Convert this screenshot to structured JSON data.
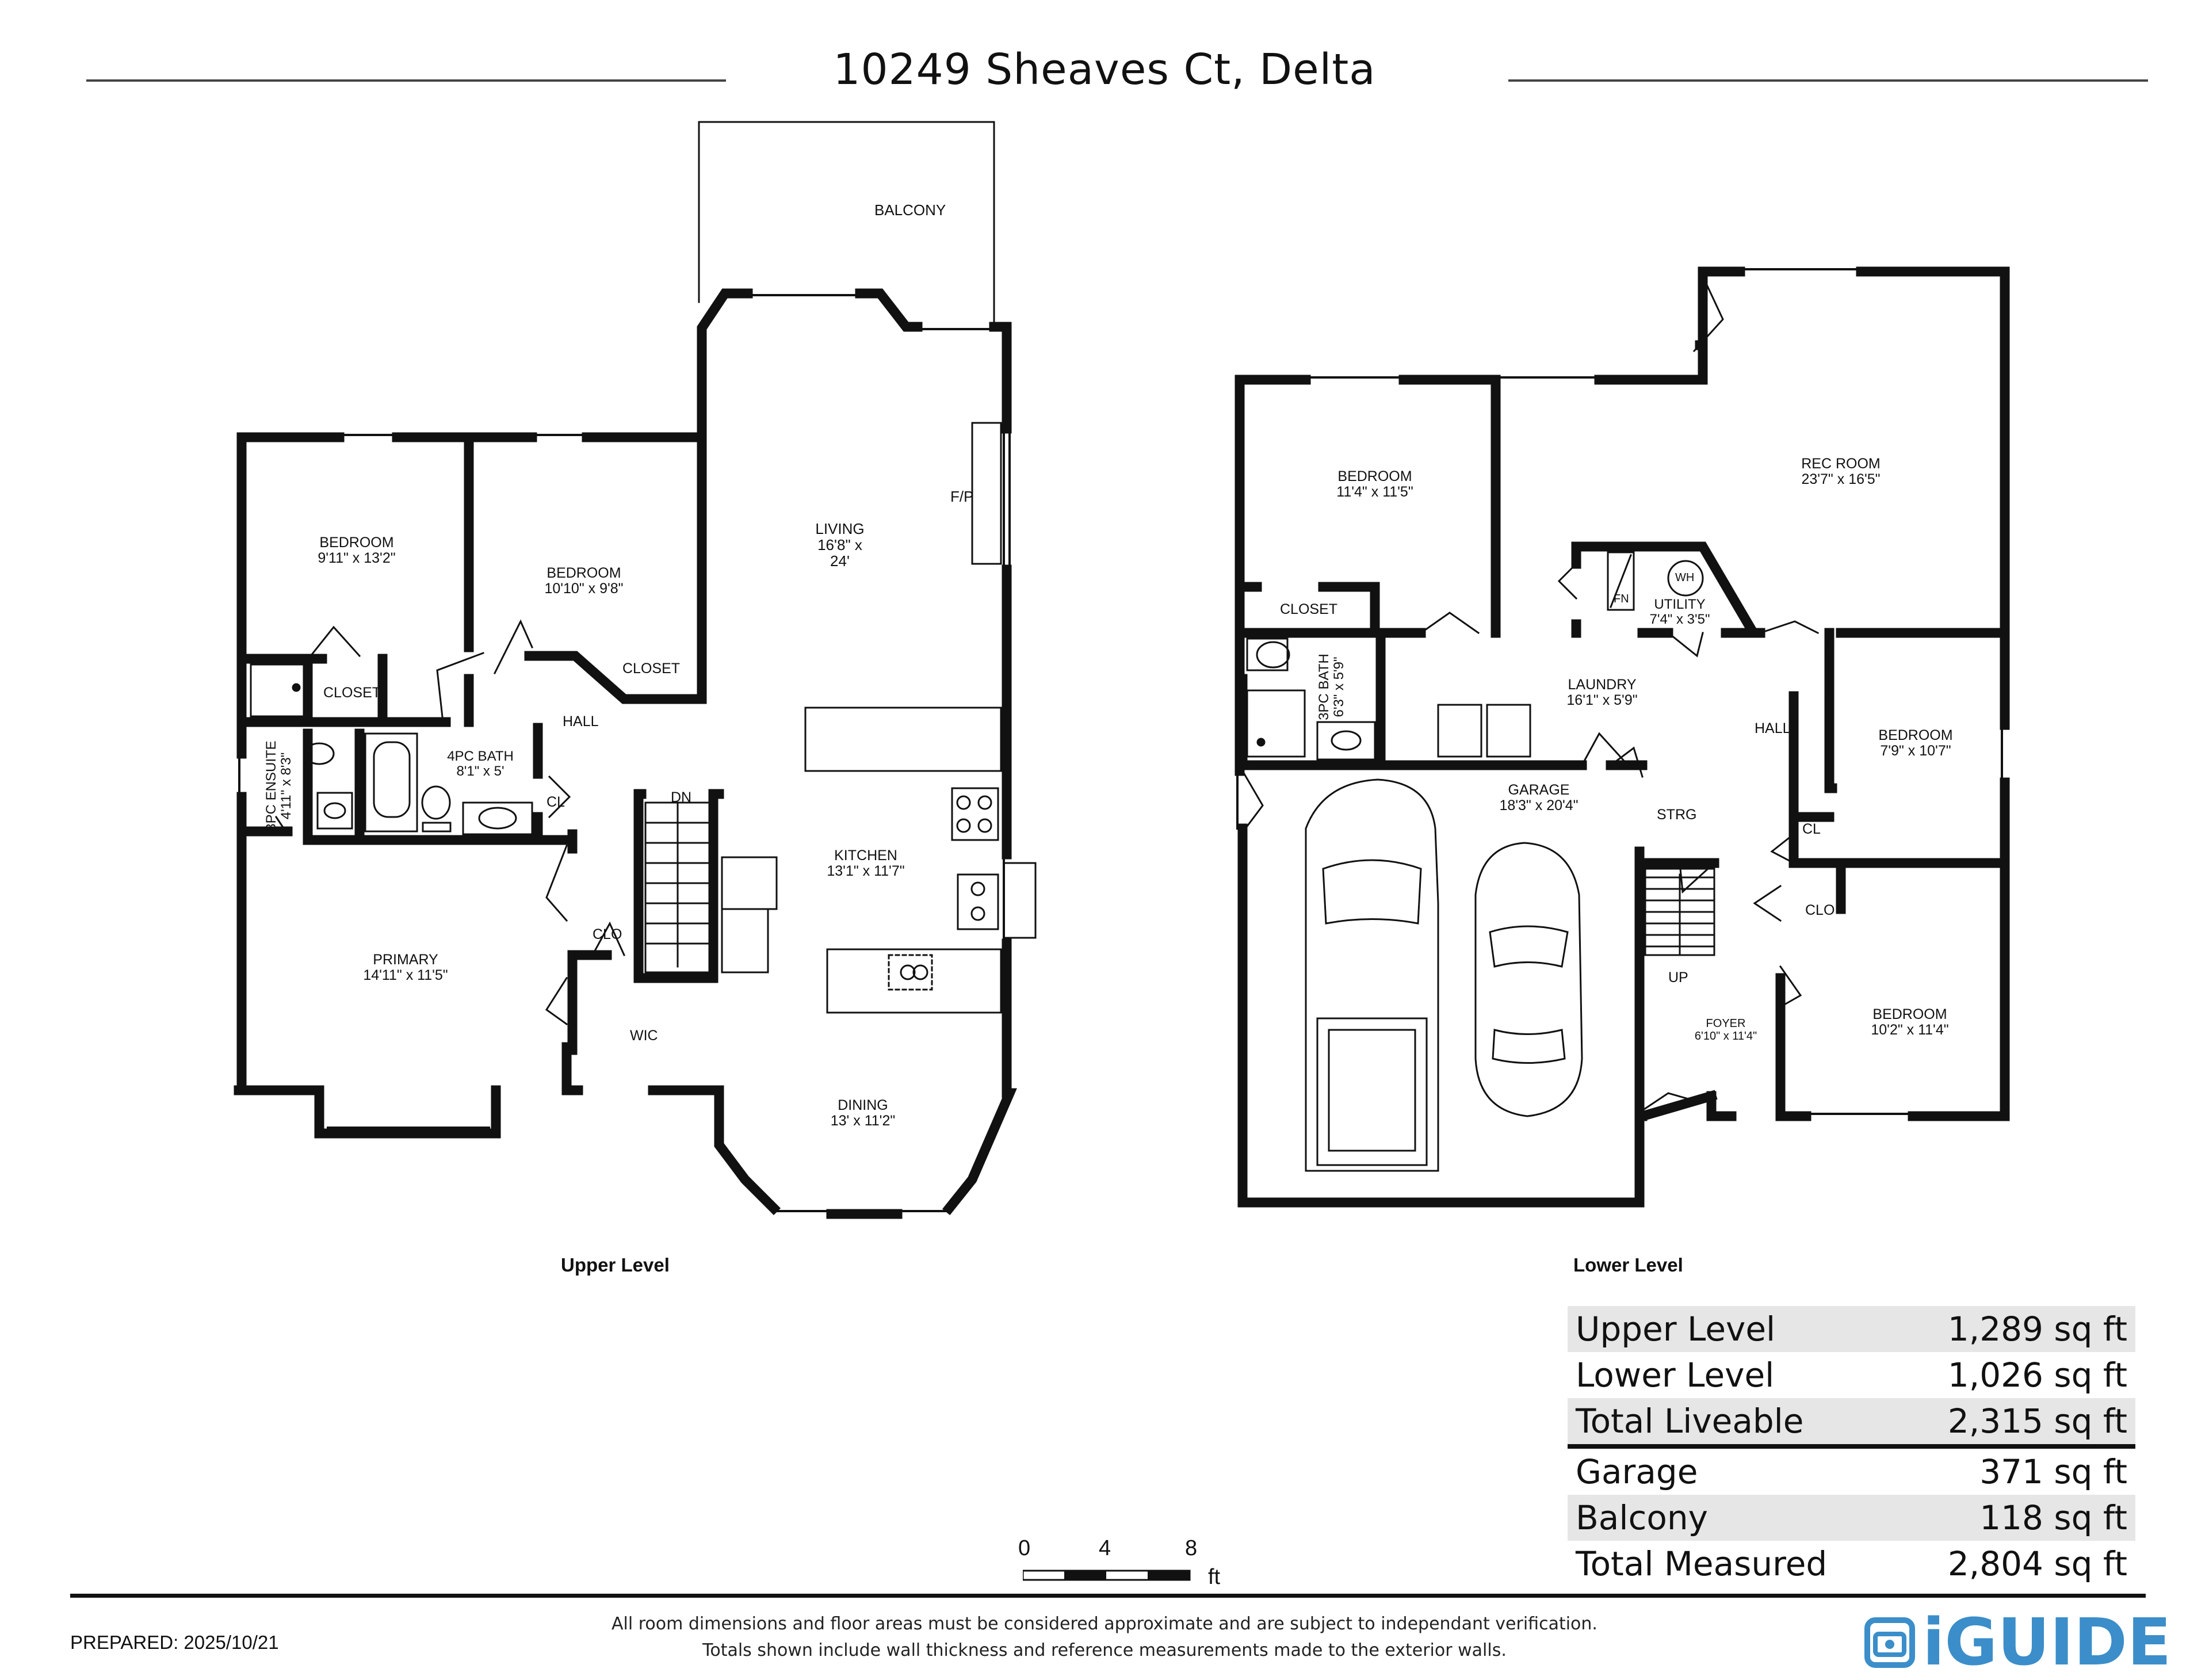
{
  "title": "10249 Sheaves Ct, Delta",
  "levels": {
    "upper": "Upper Level",
    "lower": "Lower Level"
  },
  "rooms": {
    "balcony": "BALCONY",
    "living": "LIVING",
    "living_dim": "16'8\" x 24'",
    "fp": "F/P",
    "bedroom_a": "BEDROOM",
    "bedroom_a_dim": "9'11\" x 13'2\"",
    "bedroom_b": "BEDROOM",
    "bedroom_b_dim": "10'10\" x 9'8\"",
    "closet_1": "CLOSET",
    "closet_2": "CLOSET",
    "ensuite": "3PC ENSUITE",
    "ensuite_dim": "4'11\" x 8'3\"",
    "bath4": "4PC BATH",
    "bath4_dim": "8'1\" x 5'",
    "hall_upper": "HALL",
    "cl_upper": "CL",
    "dn": "DN",
    "kitchen": "KITCHEN",
    "kitchen_dim": "13'1\" x 11'7\"",
    "primary": "PRIMARY",
    "primary_dim": "14'11\" x 11'5\"",
    "clo_upper": "CLO",
    "wic": "WIC",
    "dining": "DINING",
    "dining_dim": "13' x 11'2\"",
    "bedroom_c": "BEDROOM",
    "bedroom_c_dim": "11'4\" x 11'5\"",
    "closet_3": "CLOSET",
    "rec": "REC ROOM",
    "rec_dim": "23'7\" x 16'5\"",
    "utility": "UTILITY",
    "utility_dim": "7'4\" x 3'5\"",
    "wh": "WH",
    "fn": "FN",
    "bath3": "3PC BATH",
    "bath3_dim": "6'3\" x 5'9\"",
    "laundry": "LAUNDRY",
    "laundry_dim": "16'1\" x 5'9\"",
    "hall_lower": "HALL",
    "bedroom_d": "BEDROOM",
    "bedroom_d_dim": "7'9\" x 10'7\"",
    "garage": "GARAGE",
    "garage_dim": "18'3\" x 20'4\"",
    "strg": "STRG",
    "cl_lower": "CL",
    "clo_lower": "CLO",
    "up": "UP",
    "foyer": "FOYER",
    "foyer_dim": "6'10\" x 11'4\"",
    "bedroom_e": "BEDROOM",
    "bedroom_e_dim": "10'2\" x 11'4\""
  },
  "areas": [
    {
      "label": "Upper Level",
      "value": "1,289 sq ft"
    },
    {
      "label": "Lower Level",
      "value": "1,026 sq ft"
    },
    {
      "label": "Total Liveable",
      "value": "2,315 sq ft"
    },
    {
      "label": "Garage",
      "value": "371 sq ft"
    },
    {
      "label": "Balcony",
      "value": "118 sq ft"
    },
    {
      "label": "Total Measured",
      "value": "2,804 sq ft"
    }
  ],
  "scale": {
    "n0": "0",
    "n4": "4",
    "n8": "8",
    "unit": "ft"
  },
  "prepared": "PREPARED: 2025/10/21",
  "disclaimer": {
    "line1": "All room dimensions and floor areas must be considered approximate and are subject to independant verification.",
    "line2": "Totals shown include wall thickness and reference measurements made to the exterior walls."
  },
  "logo": {
    "text": "iGUIDE",
    "color": "#3b8ec9"
  }
}
